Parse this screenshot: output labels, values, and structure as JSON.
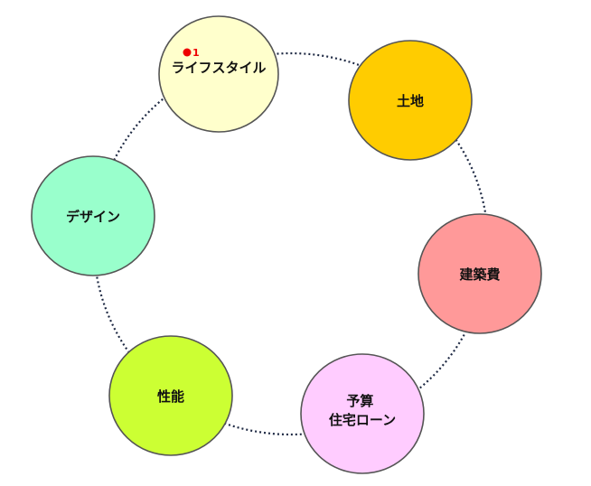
{
  "nodes": [
    {
      "label_lines": [
        "ライフスタイル"
      ],
      "fill": "#ffffcc"
    },
    {
      "label_lines": [
        "土地"
      ],
      "fill": "#ffcc00"
    },
    {
      "label_lines": [
        "建築費"
      ],
      "fill": "#ff9999"
    },
    {
      "label_lines": [
        "予算",
        "住宅ローン"
      ],
      "fill": "#ffccff"
    },
    {
      "label_lines": [
        "性能"
      ],
      "fill": "#ccff33"
    },
    {
      "label_lines": [
        "デザイン"
      ],
      "fill": "#99ffcc"
    }
  ],
  "marker": {
    "text": "1",
    "color": "#ee0000"
  },
  "colors": {
    "node_stroke": "#555555",
    "ring_stroke": "#1f2a44"
  }
}
